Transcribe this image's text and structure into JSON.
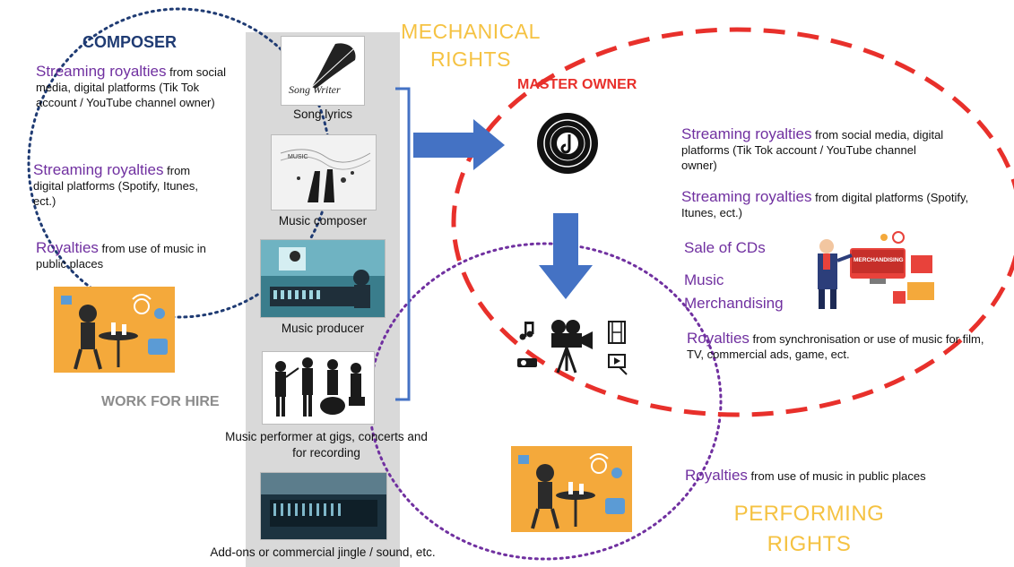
{
  "composer": {
    "title": "COMPOSER",
    "item1_hl": "Streaming royalties",
    "item1_rest": " from social media, digital platforms (Tik Tok account / YouTube channel owner)",
    "item2_hl": "Streaming royalties",
    "item2_rest": " from digital platforms (Spotify, Itunes, ect.)",
    "item3_hl": "Royalties",
    "item3_rest": " from use of music in public places"
  },
  "work_for_hire": "WORK FOR HIRE",
  "roles": {
    "songwriter_logo": "Song Writer",
    "song_lyrics": "Song lyrics",
    "music_composer": "Music composer",
    "music_producer": "Music producer",
    "music_performer": "Music performer at gigs, concerts and for recording",
    "add_ons": "Add-ons or commercial jingle / sound, etc."
  },
  "mechanical_rights": {
    "line1": "MECHANICAL",
    "line2": "RIGHTS"
  },
  "master_owner": "MASTER OWNER",
  "master": {
    "item1_hl": "Streaming royalties",
    "item1_rest": " from social media, digital platforms (Tik Tok account / YouTube channel owner)",
    "item2_hl": "Streaming royalties",
    "item2_rest": " from digital platforms (Spotify, Itunes, ect.)",
    "sale_cds": "Sale of CDs",
    "merch": "Music Merchandising",
    "merch_banner": "MERCHANDISING",
    "sync_hl": "Royalties",
    "sync_rest": " from synchronisation or use of music for film, TV, commercial ads, game, ect."
  },
  "performing": {
    "item_hl": "Royalties",
    "item_rest": " from use of music in public places",
    "line1": "PERFORMING",
    "line2": "RIGHTS"
  },
  "colors": {
    "navy": "#1f3b73",
    "purple": "#7030a0",
    "yellow": "#f5c242",
    "red": "#e8302b",
    "blue": "#4472c4",
    "gray": "#8c8c8c",
    "orange": "#f4a93b"
  }
}
